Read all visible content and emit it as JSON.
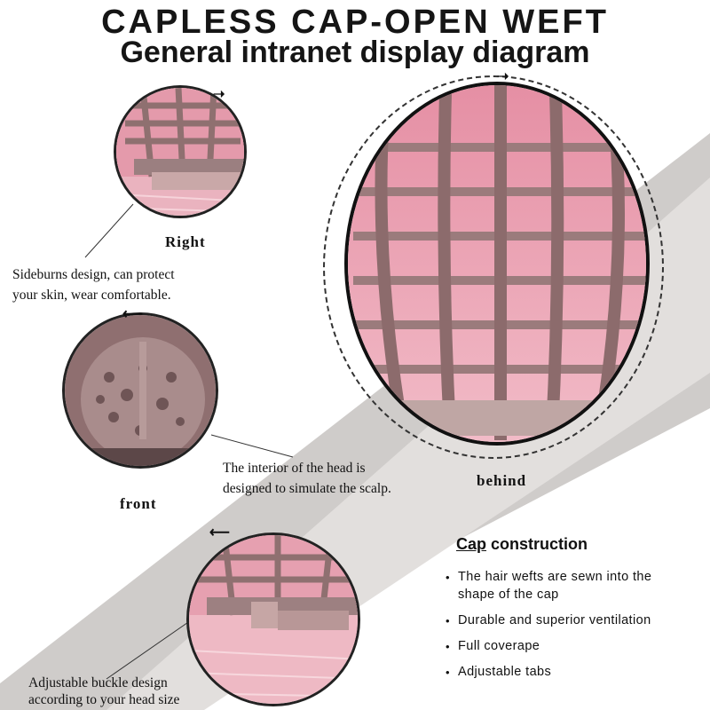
{
  "header": {
    "title": "CAPLESS CAP-OPEN WEFT",
    "subtitle": "General intranet display diagram"
  },
  "views": {
    "right": {
      "label": "Right",
      "caption_line1": "Sideburns design, can protect",
      "caption_line2": "your skin, wear comfortable."
    },
    "front": {
      "label": "front",
      "caption_line1": "The interior of the head is",
      "caption_line2": "designed to simulate the scalp."
    },
    "behind": {
      "label": "behind"
    },
    "buckle": {
      "caption_line1": "Adjustable buckle design",
      "caption_line2": "according to your head size"
    }
  },
  "cap_construction": {
    "title_underlined": "Cap",
    "title_rest": " construction",
    "items": [
      "The hair wefts are sewn into the shape of the cap",
      "Durable and superior ventilation",
      "Full coverape",
      "Adjustable tabs"
    ]
  },
  "colors": {
    "hair_pink": "#e9a5b3",
    "lace_mauve": "#9c7a7c",
    "band_gray": "#c9c6c4"
  }
}
